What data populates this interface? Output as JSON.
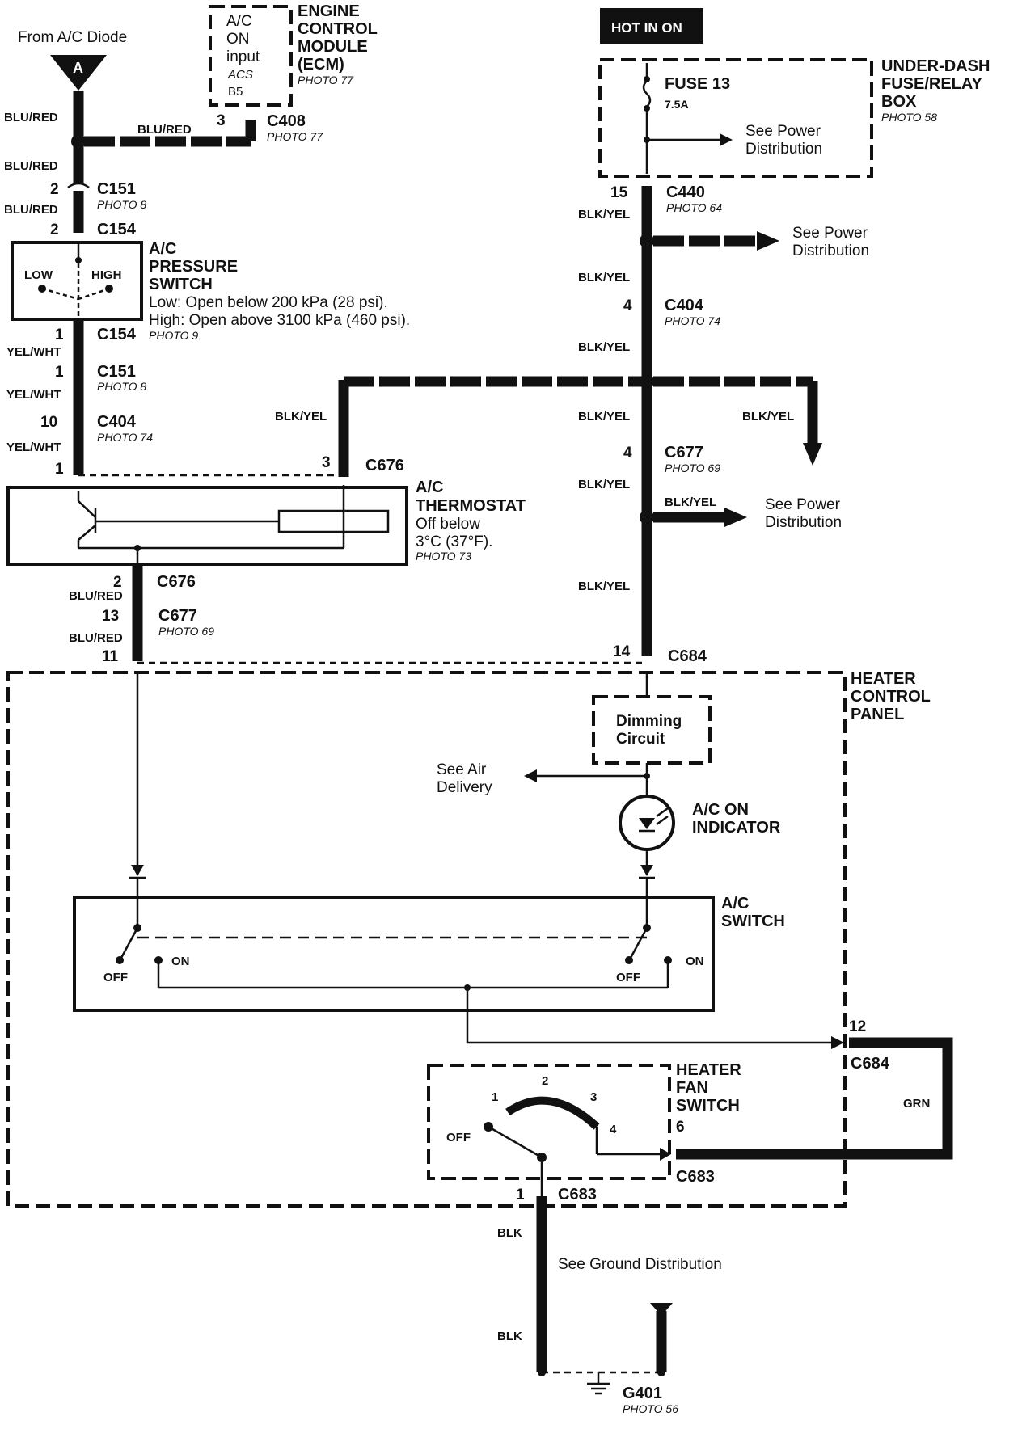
{
  "top": {
    "from_ac_diode": "From A/C Diode",
    "connector_a": "A",
    "hot_in_on": "HOT IN ON"
  },
  "ecm": {
    "line1": "A/C",
    "line2": "ON",
    "line3": "input",
    "line4": "ACS",
    "line5": "B5",
    "title1": "ENGINE",
    "title2": "CONTROL",
    "title3": "MODULE",
    "title4": "(ECM)",
    "photo": "PHOTO 77",
    "pin": "3",
    "connector": "C408",
    "connector_photo": "PHOTO 77",
    "wire": "BLU/RED"
  },
  "fusebox": {
    "fuse": "FUSE 13",
    "rating": "7.5A",
    "see1": "See Power",
    "see2": "Distribution",
    "title1": "UNDER-DASH",
    "title2": "FUSE/RELAY",
    "title3": "BOX",
    "photo": "PHOTO 58"
  },
  "left_chain": {
    "w1": "BLU/RED",
    "w2": "BLU/RED",
    "w3": "BLU/RED",
    "c151_pin": "2",
    "c151": "C151",
    "c151_photo": "PHOTO 8",
    "c154_pin": "2",
    "c154": "C154",
    "ps_title1": "A/C",
    "ps_title2": "PRESSURE",
    "ps_title3": "SWITCH",
    "ps_low": "LOW",
    "ps_high": "HIGH",
    "ps_desc1": "Low: Open below 200 kPa (28 psi).",
    "ps_desc2": "High: Open above 3100 kPa (460 psi).",
    "c154b_pin": "1",
    "c154b": "C154",
    "c154b_photo": "PHOTO 9",
    "yw1": "YEL/WHT",
    "c151b_pin": "1",
    "c151b": "C151",
    "c151b_photo": "PHOTO 8",
    "yw2": "YEL/WHT",
    "c404_pin": "10",
    "c404": "C404",
    "c404_photo": "PHOTO 74",
    "yw3": "YEL/WHT",
    "c676_pin_left": "1"
  },
  "thermostat": {
    "pin": "3",
    "connector": "C676",
    "wire": "BLK/YEL",
    "title1": "A/C",
    "title2": "THERMOSTAT",
    "desc1": "Off below",
    "desc2": "3°C (37°F).",
    "photo": "PHOTO 73",
    "c676b_pin": "2",
    "c676b": "C676",
    "w_blured1": "BLU/RED",
    "c677_pin": "13",
    "c677": "C677",
    "c677_photo": "PHOTO 69",
    "w_blured2": "BLU/RED",
    "c684_pin": "11"
  },
  "right_chain": {
    "c440_pin": "15",
    "c440": "C440",
    "c440_photo": "PHOTO 64",
    "w1": "BLK/YEL",
    "see_power1": "See Power",
    "see_power2": "Distribution",
    "w2": "BLK/YEL",
    "c404_pin": "4",
    "c404": "C404",
    "c404_photo": "PHOTO 74",
    "w3": "BLK/YEL",
    "w4": "BLK/YEL",
    "w_branch": "BLK/YEL",
    "c677_pin": "4",
    "c677": "C677",
    "c677_photo": "PHOTO 69",
    "w5": "BLK/YEL",
    "w6": "BLK/YEL",
    "see_power3": "See Power",
    "see_power4": "Distribution",
    "w7": "BLK/YEL",
    "c684_pin": "14",
    "c684": "C684"
  },
  "panel": {
    "title1": "HEATER",
    "title2": "CONTROL",
    "title3": "PANEL",
    "dimming1": "Dimming",
    "dimming2": "Circuit",
    "see_air1": "See Air",
    "see_air2": "Delivery",
    "indicator1": "A/C ON",
    "indicator2": "INDICATOR",
    "switch1": "A/C",
    "switch2": "SWITCH",
    "off_left": "OFF",
    "on_left": "ON",
    "off_right": "OFF",
    "on_right": "ON",
    "c684_pin": "12",
    "c684": "C684",
    "grn": "GRN",
    "fan1": "HEATER",
    "fan2": "FAN",
    "fan3": "SWITCH",
    "fan_off": "OFF",
    "fan_p1": "1",
    "fan_p2": "2",
    "fan_p3": "3",
    "fan_p4": "4",
    "c683_pin": "6",
    "c683": "C683",
    "c683b_pin": "1",
    "c683b": "C683"
  },
  "ground": {
    "blk1": "BLK",
    "see_ground": "See Ground Distribution",
    "blk2": "BLK",
    "g401": "G401",
    "photo": "PHOTO 56"
  }
}
